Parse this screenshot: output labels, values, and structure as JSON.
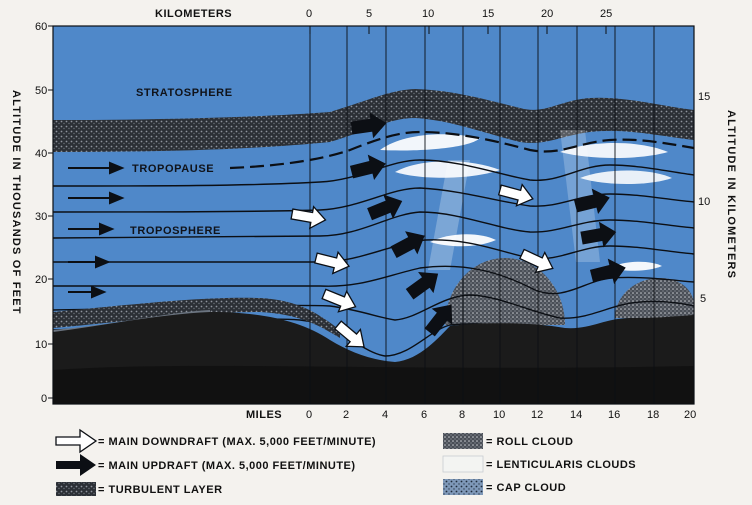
{
  "axes": {
    "kilometers_label": "KILOMETERS",
    "kilometers_ticks": [
      "0",
      "5",
      "10",
      "15",
      "20",
      "25"
    ],
    "miles_label": "MILES",
    "miles_ticks": [
      "0",
      "2",
      "4",
      "6",
      "8",
      "10",
      "12",
      "14",
      "16",
      "18",
      "20"
    ],
    "left_ticks": [
      "0",
      "10",
      "20",
      "30",
      "40",
      "50",
      "60"
    ],
    "right_ticks": [
      "5",
      "10",
      "15"
    ],
    "left_title": "ALTITUDE IN THOUSANDS OF FEET",
    "right_title": "ALTITUDE IN KILOMETERS"
  },
  "labels": {
    "stratosphere": "STRATOSPHERE",
    "tropopause": "TROPOPAUSE",
    "troposphere": "TROPOSPHERE"
  },
  "legend": {
    "downdraft": "= MAIN DOWNDRAFT (MAX. 5,000 FEET/MINUTE)",
    "updraft": "= MAIN UPDRAFT (MAX. 5,000 FEET/MINUTE)",
    "turbulent": "= TURBULENT LAYER",
    "roll": "= ROLL CLOUD",
    "lenticularis": "= LENTICULARIS CLOUDS",
    "cap": "= CAP CLOUD"
  },
  "colors": {
    "sky": "#4f88c9",
    "ground": "#1b1b1b",
    "layer": "#2a2f36",
    "cloud": "#ffffff",
    "grid": "#0c0f14"
  }
}
